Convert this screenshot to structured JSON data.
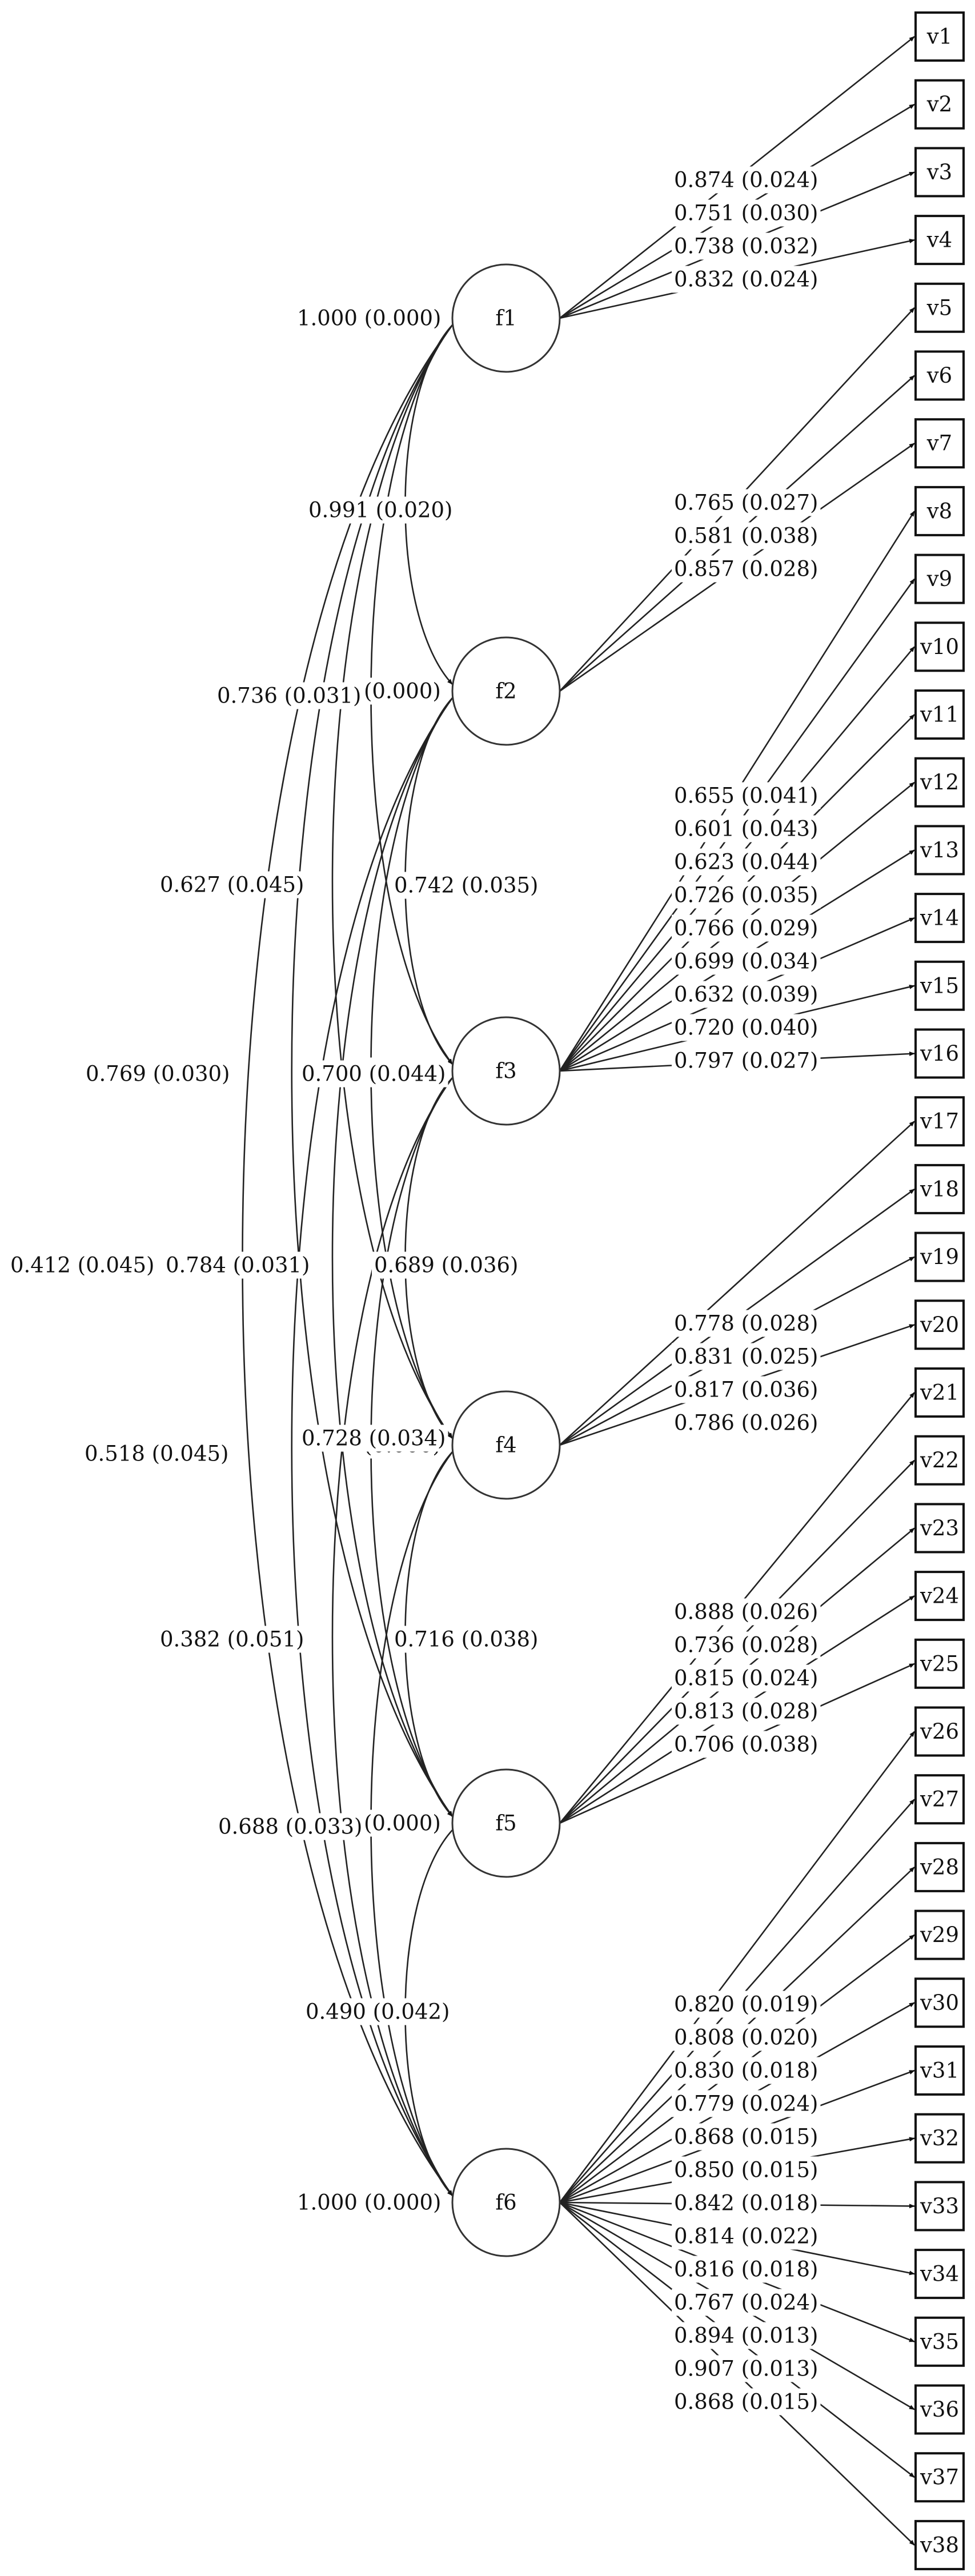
{
  "factors": [
    "f1",
    "f2",
    "f3",
    "f4",
    "f5",
    "f6"
  ],
  "indicators": [
    "v1",
    "v2",
    "v3",
    "v4",
    "v5",
    "v6",
    "v7",
    "v8",
    "v9",
    "v10",
    "v11",
    "v12",
    "v13",
    "v14",
    "v15",
    "v16",
    "v17",
    "v18",
    "v19",
    "v20",
    "v21",
    "v22",
    "v23",
    "v24",
    "v25",
    "v26",
    "v27",
    "v28",
    "v29",
    "v30",
    "v31",
    "v32",
    "v33",
    "v34",
    "v35",
    "v36",
    "v37",
    "v38"
  ],
  "variances": [
    {
      "factor": "f1",
      "label": "1.000 (0.000)"
    },
    {
      "factor": "f2",
      "label": "(0.000)"
    },
    {
      "factor": "f3",
      "label": "(0.000)"
    },
    {
      "factor": "f4",
      "label": "(0.000)"
    },
    {
      "factor": "f5",
      "label": "(0.000)"
    },
    {
      "factor": "f6",
      "label": "1.000 (0.000)"
    }
  ],
  "loadings": [
    {
      "factor": "f1",
      "labels": [
        "0.874 (0.024)",
        "0.751 (0.030)",
        "0.738 (0.032)",
        "0.832 (0.024)"
      ]
    },
    {
      "factor": "f2",
      "labels": [
        "0.765 (0.027)",
        "0.581 (0.038)",
        "0.857 (0.028)"
      ]
    },
    {
      "factor": "f3",
      "labels": [
        "0.655 (0.041)",
        "0.601 (0.043)",
        "0.623 (0.044)",
        "0.726 (0.035)",
        "0.766 (0.029)",
        "0.699 (0.034)",
        "0.632 (0.039)",
        "0.720 (0.040)",
        "0.797 (0.027)"
      ]
    },
    {
      "factor": "f4",
      "labels": [
        "0.778 (0.028)",
        "0.831 (0.025)",
        "0.817 (0.036)",
        "0.786 (0.026)"
      ]
    },
    {
      "factor": "f5",
      "labels": [
        "0.888 (0.026)",
        "0.736 (0.028)",
        "0.815 (0.024)",
        "0.813 (0.028)",
        "0.706 (0.038)"
      ]
    },
    {
      "factor": "f6",
      "labels": [
        "0.820 (0.019)",
        "0.808 (0.020)",
        "0.830 (0.018)",
        "0.779 (0.024)",
        "0.868 (0.015)",
        "0.850 (0.015)",
        "0.842 (0.018)",
        "0.814 (0.022)",
        "0.816 (0.018)",
        "0.767 (0.024)",
        "0.894 (0.013)",
        "0.907 (0.013)",
        "0.868 (0.015)"
      ]
    }
  ],
  "correlations": [
    {
      "pair": [
        "f1",
        "f2"
      ],
      "label": "0.991 (0.020)"
    },
    {
      "pair": [
        "f1",
        "f3"
      ],
      "label": "0.736 (0.031)"
    },
    {
      "pair": [
        "f2",
        "f3"
      ],
      "label": "0.742 (0.035)"
    },
    {
      "pair": [
        "f1",
        "f4"
      ],
      "label": "0.627 (0.045)"
    },
    {
      "pair": [
        "f2",
        "f4"
      ],
      "label": "0.700 (0.044)"
    },
    {
      "pair": [
        "f3",
        "f4"
      ],
      "label": "0.689 (0.036)"
    },
    {
      "pair": [
        "f1",
        "f5"
      ],
      "label": "0.769 (0.030)"
    },
    {
      "pair": [
        "f2",
        "f5"
      ],
      "label": "0.784 (0.031)"
    },
    {
      "pair": [
        "f3",
        "f5"
      ],
      "label": "0.728 (0.034)"
    },
    {
      "pair": [
        "f4",
        "f5"
      ],
      "label": "0.716 (0.038)"
    },
    {
      "pair": [
        "f1",
        "f6"
      ],
      "label": "0.412 (0.045)"
    },
    {
      "pair": [
        "f2",
        "f6"
      ],
      "label": "0.518 (0.045)"
    },
    {
      "pair": [
        "f3",
        "f6"
      ],
      "label": "0.382 (0.051)"
    },
    {
      "pair": [
        "f4",
        "f6"
      ],
      "label": "0.688 (0.033)"
    },
    {
      "pair": [
        "f5",
        "f6"
      ],
      "label": "0.490 (0.042)"
    }
  ]
}
